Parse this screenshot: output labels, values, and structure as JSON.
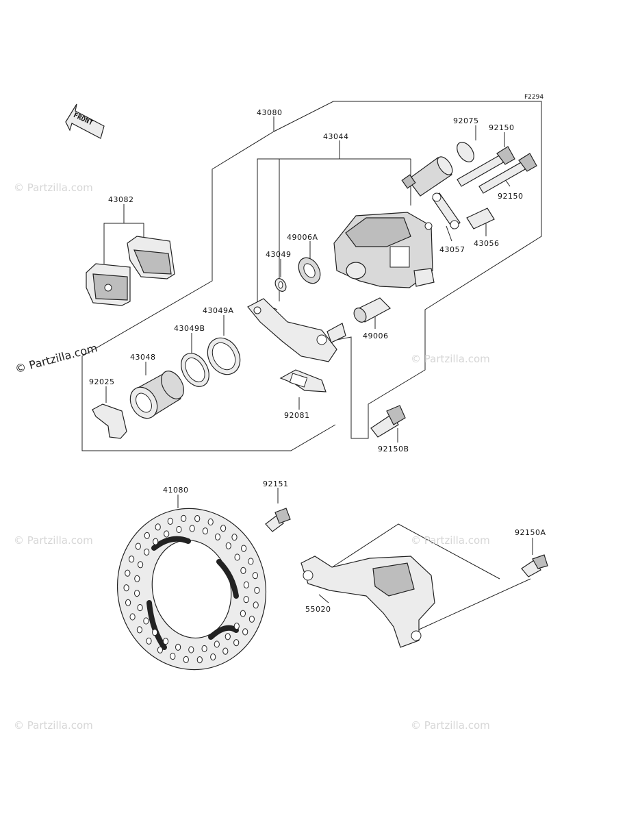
{
  "diagram": {
    "ref_code": "F2294",
    "front_label": "FRONT",
    "watermark_main": "© Partzilla.com",
    "watermark_faint": "© Partzilla.com",
    "parts": {
      "p43080": "43080",
      "p43044": "43044",
      "p92075": "92075",
      "p92150_a": "92150",
      "p92150_b": "92150",
      "p43082": "43082",
      "p49006a": "49006A",
      "p43049": "43049",
      "p43057": "43057",
      "p43056": "43056",
      "p43049a": "43049A",
      "p43049b": "43049B",
      "p43048": "43048",
      "p49006": "49006",
      "p92025": "92025",
      "p92081": "92081",
      "p92150b": "92150B",
      "p41080": "41080",
      "p92151": "92151",
      "p92150a": "92150A",
      "p55020": "55020"
    }
  }
}
